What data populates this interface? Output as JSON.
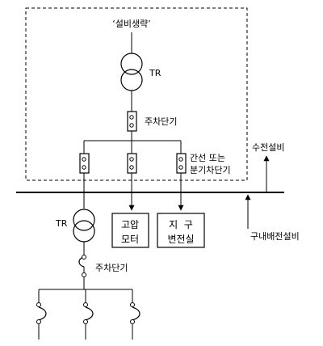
{
  "labels": {
    "omitted": "‘설비생략’",
    "tr_top": "TR",
    "main_breaker_top": "주차단기",
    "feeder_line1": "간선 또는",
    "feeder_line2": "분기차단기",
    "receiving": "수전설비",
    "building": "구내배전설비",
    "tr_bottom": "TR",
    "main_breaker_bottom": "주차단기",
    "hv_motor_line1": "고압",
    "hv_motor_line2": "모터",
    "substation_line1": "지  구",
    "substation_line2": "변전실"
  }
}
